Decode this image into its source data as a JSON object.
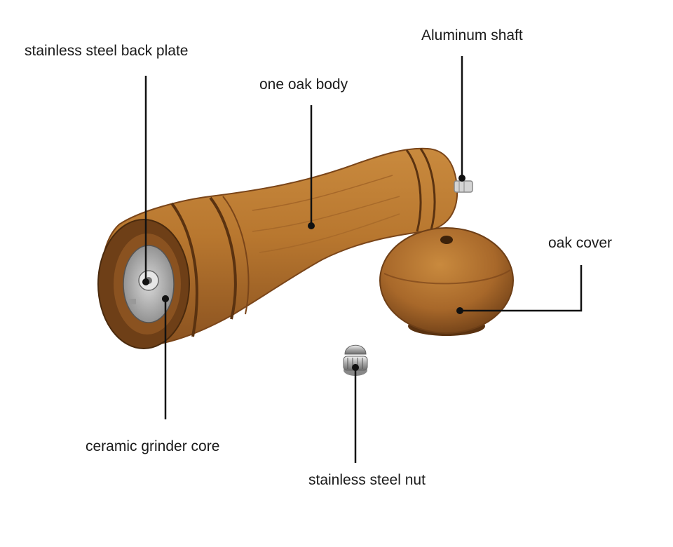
{
  "labels": {
    "back_plate": "stainless steel back plate",
    "body": "one oak body",
    "shaft": "Aluminum shaft",
    "cover": "oak cover",
    "core": "ceramic grinder core",
    "nut": "stainless steel nut"
  },
  "colors": {
    "wood_light": "#c98a3e",
    "wood_mid": "#a8682a",
    "wood_dark": "#6e3f17",
    "steel": "#c9c9c9",
    "line": "#111111"
  }
}
